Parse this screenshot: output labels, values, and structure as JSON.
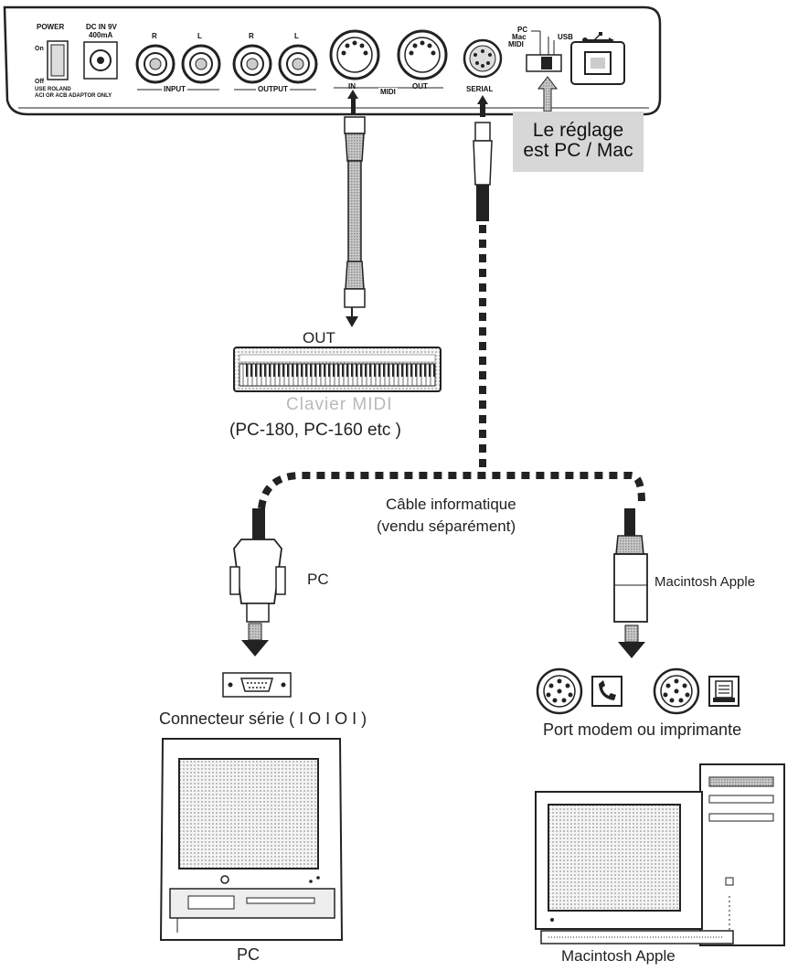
{
  "device": {
    "power_label": "POWER",
    "on_label": "On",
    "off_label": "Off",
    "dc_label_1": "DC IN 9V",
    "dc_label_2": "400mA",
    "adaptor_label_1": "USE ROLAND",
    "adaptor_label_2": "ACI OR ACB ADAPTOR ONLY",
    "r_label": "R",
    "l_label": "L",
    "input_label": "INPUT",
    "output_label": "OUTPUT",
    "in_label": "IN",
    "out_label": "OUT",
    "midi_label": "MIDI",
    "serial_label": "SERIAL",
    "sw_pc": "PC",
    "sw_mac": "Mac",
    "sw_midi": "MIDI",
    "sw_usb": "USB"
  },
  "callout": {
    "line1": "Le réglage",
    "line2": "est PC / Mac"
  },
  "keyboard": {
    "out_label": "OUT",
    "name": "Clavier MIDI",
    "models": "(PC-180, PC-160 etc )"
  },
  "cable": {
    "line1": "Câble informatique",
    "line2": "(vendu séparément)"
  },
  "pc_side": {
    "connector_label": "PC",
    "port_label": "Connecteur série ( I O I O I )",
    "computer_label": "PC"
  },
  "mac_side": {
    "connector_label": "Macintosh Apple",
    "port_label": "Port modem ou imprimante",
    "computer_label": "Macintosh Apple"
  }
}
